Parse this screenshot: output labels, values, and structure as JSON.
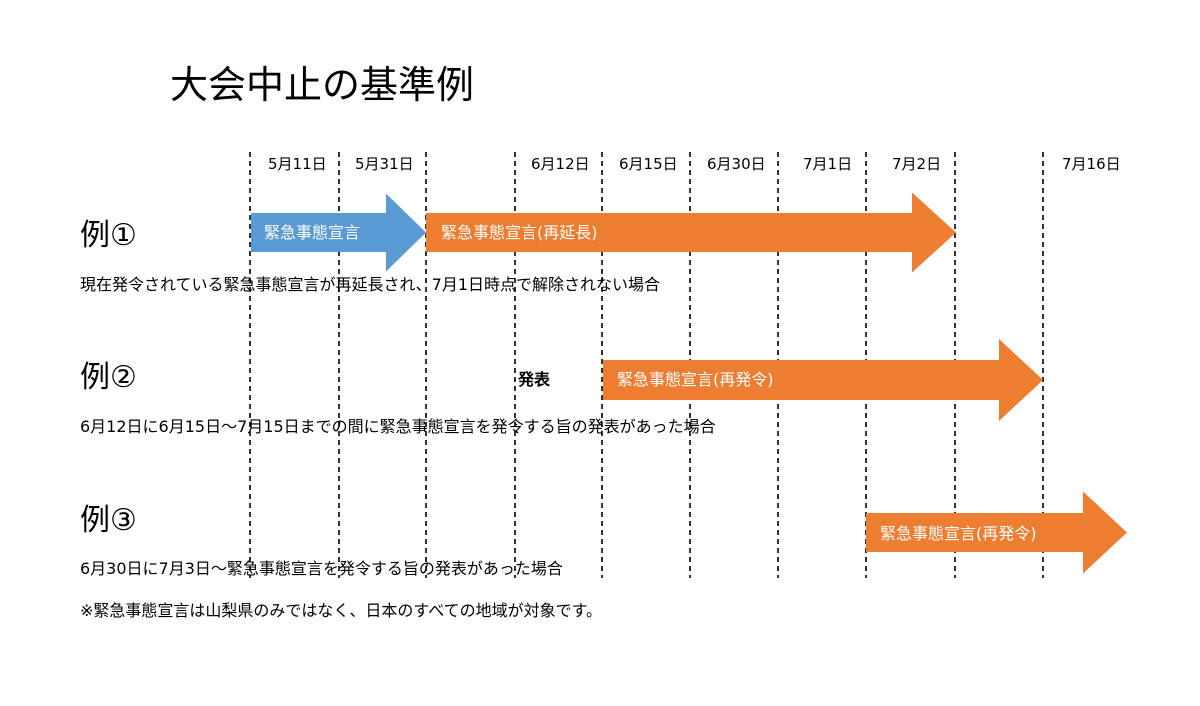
{
  "title": "大会中止の基準例",
  "dates": [
    "5月11日",
    "5月31日",
    "6月12日",
    "6月15日",
    "6月30日",
    "7月1日",
    "7月2日",
    "7月16日"
  ],
  "examples": [
    {
      "label": "例①",
      "arrows": [
        "緊急事態宣言",
        "緊急事態宣言(再延長)"
      ],
      "description": "現在発令されている緊急事態宣言が再延長され、7月1日時点で解除されない場合"
    },
    {
      "label": "例②",
      "announcement": "発表",
      "arrows": [
        "緊急事態宣言(再発令)"
      ],
      "description": "6月12日に6月15日～7月15日までの間に緊急事態宣言を発令する旨の発表があった場合"
    },
    {
      "label": "例③",
      "arrows": [
        "緊急事態宣言(再発令)"
      ],
      "description": "6月30日に7月3日～緊急事態宣言を発令する旨の発表があった場合"
    }
  ],
  "note": "※緊急事態宣言は山梨県のみではなく、日本のすべての地域が対象です。",
  "colors": {
    "blue_arrow": "#5b9bd5",
    "orange_arrow": "#ed7d31",
    "arrow_text": "#ffffff",
    "guide_line": "#000000"
  }
}
